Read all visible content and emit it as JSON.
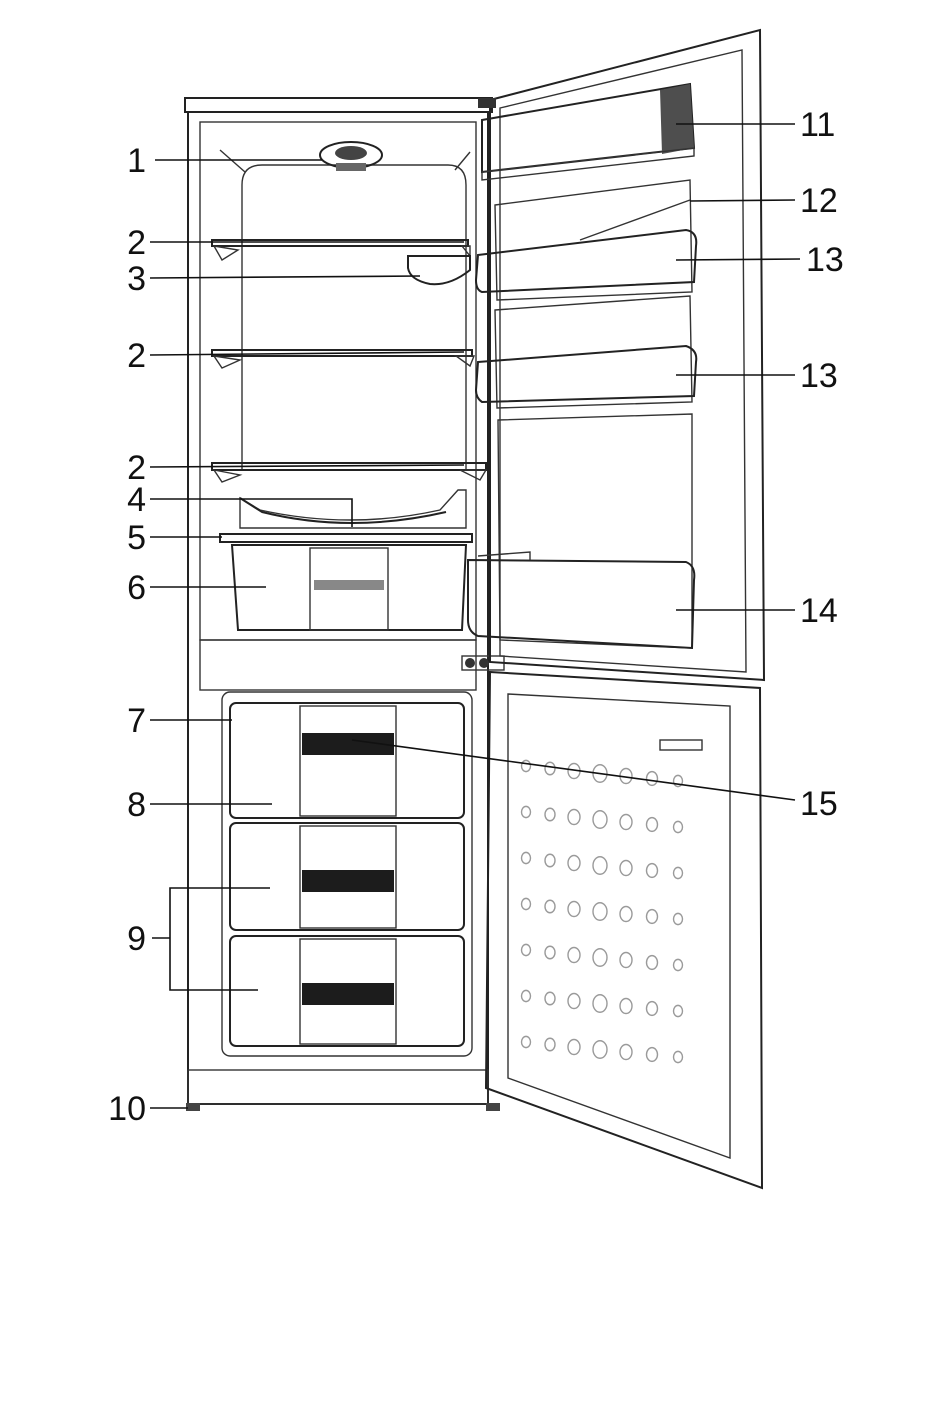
{
  "labels": {
    "n1": "1",
    "n2a": "2",
    "n2b": "2",
    "n2c": "2",
    "n3": "3",
    "n4": "4",
    "n5": "5",
    "n6": "6",
    "n7": "7",
    "n8": "8",
    "n9": "9",
    "n10": "10",
    "n11": "11",
    "n12": "12",
    "n13a": "13",
    "n13b": "13",
    "n14": "14",
    "n15": "15"
  },
  "colors": {
    "outline": "#222222",
    "part_dark": "#6e6e6e",
    "part_mid": "#a8a8a8",
    "part_light": "#dcdcdc",
    "cabinet": "#f4f4f4",
    "background": "#ffffff"
  }
}
